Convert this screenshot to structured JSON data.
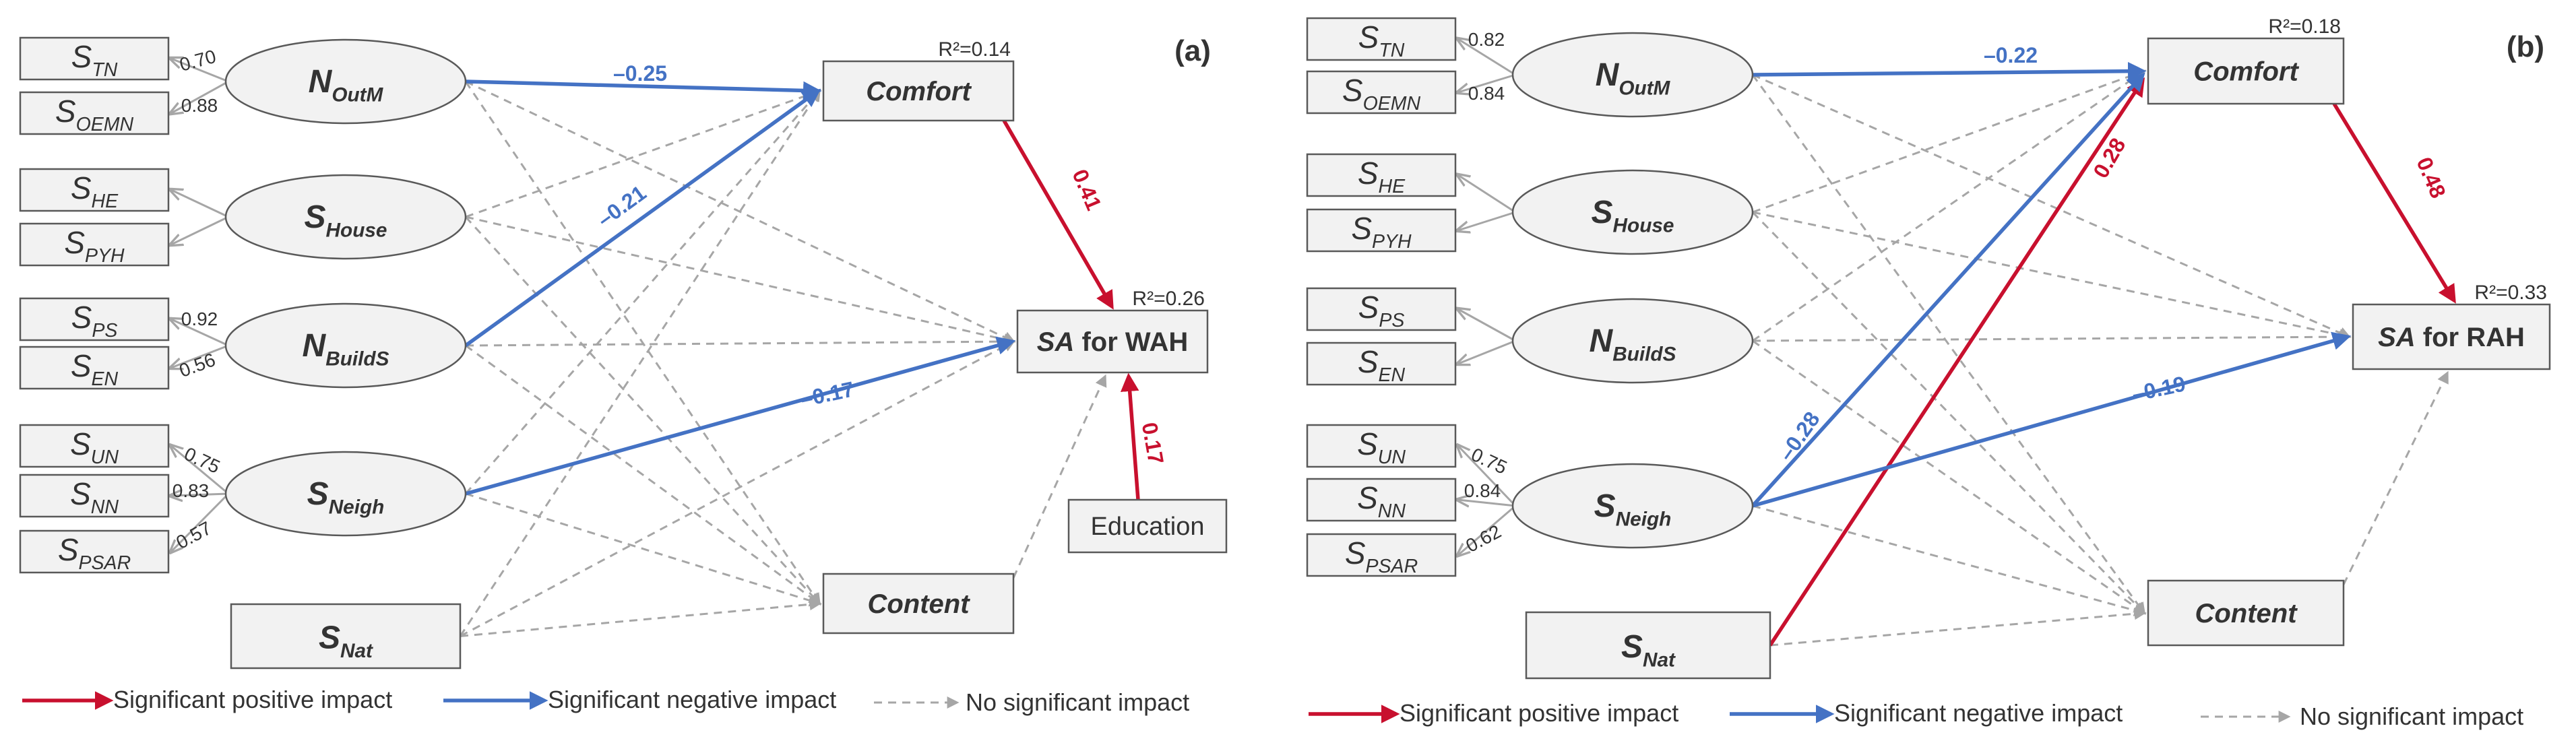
{
  "panel_a": {
    "label": "(a)",
    "indicators": [
      {
        "base": "S",
        "sub": "TN"
      },
      {
        "base": "S",
        "sub": "OEMN"
      },
      {
        "base": "S",
        "sub": "HE"
      },
      {
        "base": "S",
        "sub": "PYH"
      },
      {
        "base": "S",
        "sub": "PS"
      },
      {
        "base": "S",
        "sub": "EN"
      },
      {
        "base": "S",
        "sub": "UN"
      },
      {
        "base": "S",
        "sub": "NN"
      },
      {
        "base": "S",
        "sub": "PSAR"
      }
    ],
    "latents": [
      {
        "base": "N",
        "sub": "OutM"
      },
      {
        "base": "S",
        "sub": "House"
      },
      {
        "base": "N",
        "sub": "BuildS"
      },
      {
        "base": "S",
        "sub": "Neigh"
      }
    ],
    "s_nat": {
      "base": "S",
      "sub": "Nat"
    },
    "loadings": [
      "0.70",
      "0.88",
      "0.92",
      "0.56",
      "0.75",
      "0.83",
      "0.57"
    ],
    "comfort": "Comfort",
    "content": "Content",
    "outcome": {
      "italic": "SA",
      "rest": " for WAH"
    },
    "education": "Education",
    "r2_comfort": "R²=0.14",
    "r2_outcome": "R²=0.26",
    "coef": {
      "outm_comfort": "–0.25",
      "builds_comfort": "–0.21",
      "neigh_outcome": "–0.17",
      "comfort_outcome": "0.41",
      "education_outcome": "0.17"
    }
  },
  "panel_b": {
    "label": "(b)",
    "indicators": [
      {
        "base": "S",
        "sub": "TN"
      },
      {
        "base": "S",
        "sub": "OEMN"
      },
      {
        "base": "S",
        "sub": "HE"
      },
      {
        "base": "S",
        "sub": "PYH"
      },
      {
        "base": "S",
        "sub": "PS"
      },
      {
        "base": "S",
        "sub": "EN"
      },
      {
        "base": "S",
        "sub": "UN"
      },
      {
        "base": "S",
        "sub": "NN"
      },
      {
        "base": "S",
        "sub": "PSAR"
      }
    ],
    "latents": [
      {
        "base": "N",
        "sub": "OutM"
      },
      {
        "base": "S",
        "sub": "House"
      },
      {
        "base": "N",
        "sub": "BuildS"
      },
      {
        "base": "S",
        "sub": "Neigh"
      }
    ],
    "s_nat": {
      "base": "S",
      "sub": "Nat"
    },
    "loadings": [
      "0.82",
      "0.84",
      "0.75",
      "0.84",
      "0.62"
    ],
    "comfort": "Comfort",
    "content": "Content",
    "outcome": {
      "italic": "SA",
      "rest": " for  RAH"
    },
    "r2_comfort": "R²=0.18",
    "r2_outcome": "R²=0.33",
    "coef": {
      "outm_comfort": "–0.22",
      "nat_comfort": "0.28",
      "neigh_comfort": "–0.28",
      "neigh_outcome": "–0.19",
      "comfort_outcome": "0.48"
    }
  },
  "legend": {
    "positive": "Significant positive impact",
    "negative": "Significant negative impact",
    "none": "No significant impact"
  },
  "colors": {
    "positive": "#c8102e",
    "negative": "#4472c4",
    "nonsignificant": "#a6a6a6",
    "box_fill": "#f2f2f2",
    "box_stroke": "#595959"
  }
}
